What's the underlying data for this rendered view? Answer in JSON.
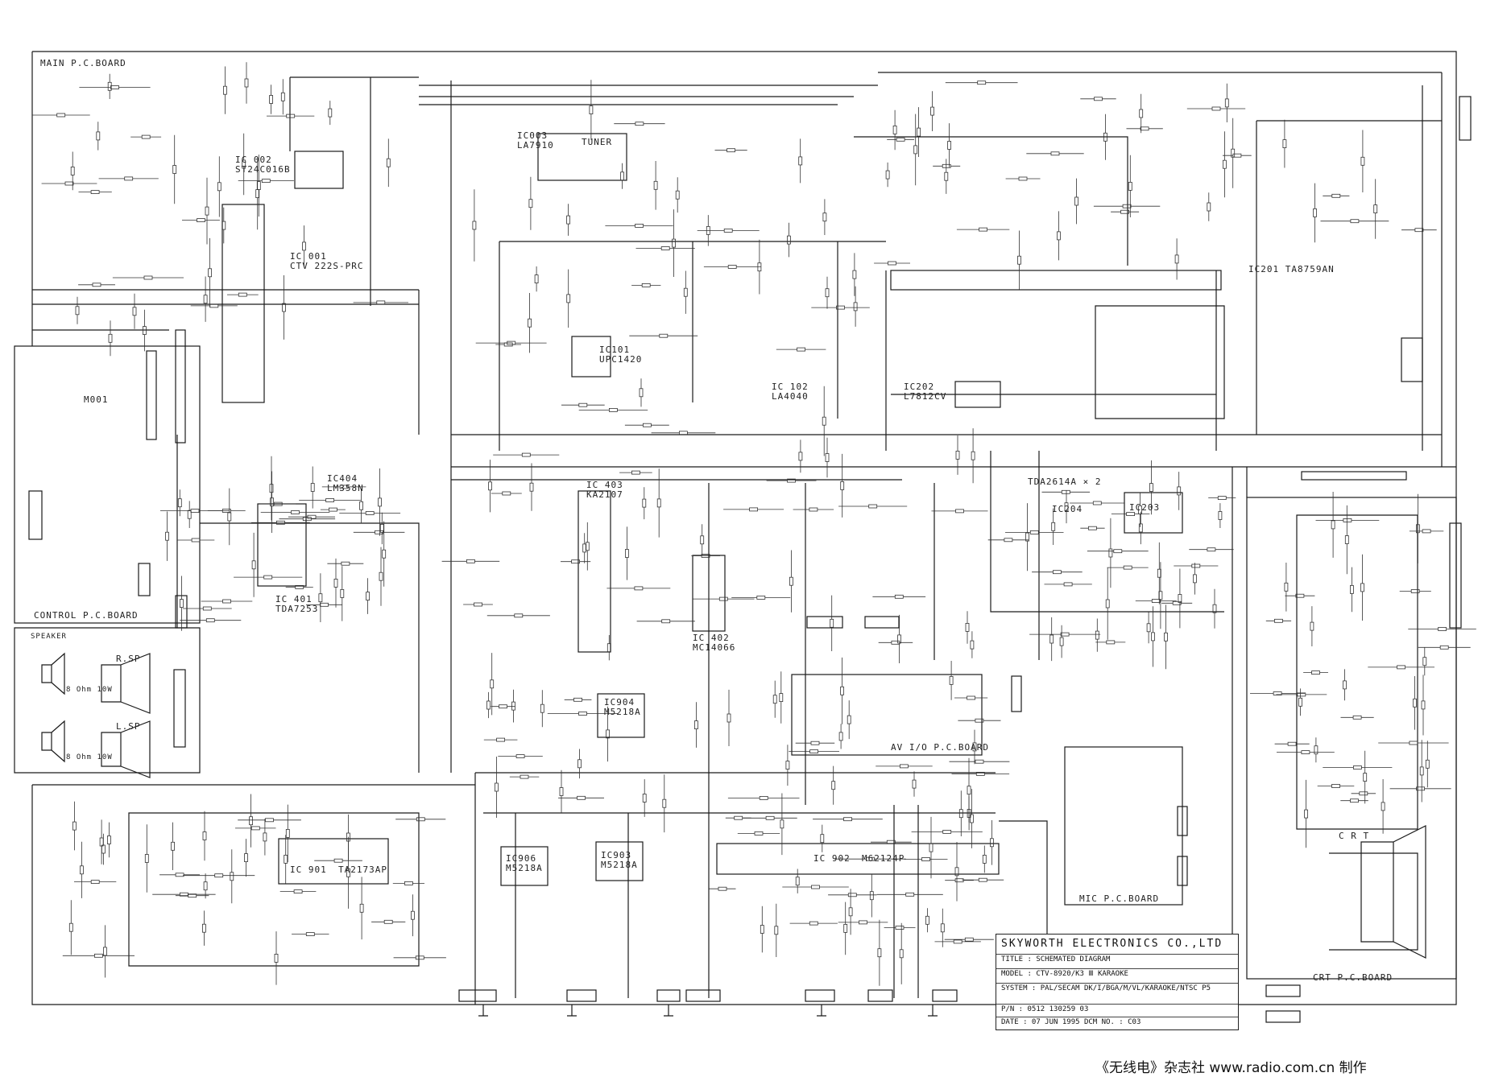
{
  "boards": {
    "main": "MAIN P.C.BOARD",
    "control": "CONTROL P.C.BOARD",
    "av_io": "AV I/O P.C.BOARD",
    "mic": "MIC P.C.BOARD",
    "crt": "CRT P.C.BOARD"
  },
  "components": {
    "ic002": "IC 002",
    "ic002_part": "ST24C016B",
    "ic001": "IC 001",
    "ic001_part": "CTV 222S-PRC",
    "ic003": "IC003",
    "ic003_part": "LA7910",
    "tuner": "TUNER",
    "ic101": "IC101",
    "ic101_part": "UPC1420",
    "ic102": "IC 102",
    "ic102_part": "LA4040",
    "ic201": "IC201 TA8759AN",
    "ic202": "IC202",
    "ic202_part": "L7812CV",
    "ic203": "IC203",
    "ic204": "IC204",
    "tda_pair": "TDA2614A × 2",
    "ic404": "IC404",
    "ic404_part": "LM358N",
    "ic401": "IC 401",
    "ic401_part": "TDA7253",
    "ic403": "IC 403",
    "ic403_part": "KA2107",
    "ic402": "IC 402",
    "ic402_part": "MC14066",
    "ic904": "IC904",
    "ic904_part": "M5218A",
    "ic906": "IC906",
    "ic906_part": "M5218A",
    "ic903": "IC903",
    "ic903_part": "M5218A",
    "ic902": "IC 902",
    "ic902_part": "M62124P",
    "ic901": "IC 901",
    "ic901_part": "TA2173AP",
    "m001": "M001",
    "r_sp": "R.SP",
    "l_sp": "L.SP",
    "r_sp_spec": "8 Ohm 10W",
    "l_sp_spec": "8 Ohm 10W",
    "speaker": "SPEAKER",
    "crt": "C R T"
  },
  "title_block": {
    "company": "SKYWORTH ELECTRONICS CO.,LTD",
    "title": "TITLE : SCHEMATED DIAGRAM",
    "model": "MODEL : CTV-8920/K3 Ⅲ KARAOKE",
    "system": "SYSTEM : PAL/SECAM DK/I/BGA/M/VL/KARAOKE/NTSC P5",
    "pn": "P/N : 0512 130259 03",
    "date": "DATE : 07 JUN 1995  DCM NO. : C03"
  },
  "footer": "《无线电》杂志社 www.radio.com.cn 制作"
}
